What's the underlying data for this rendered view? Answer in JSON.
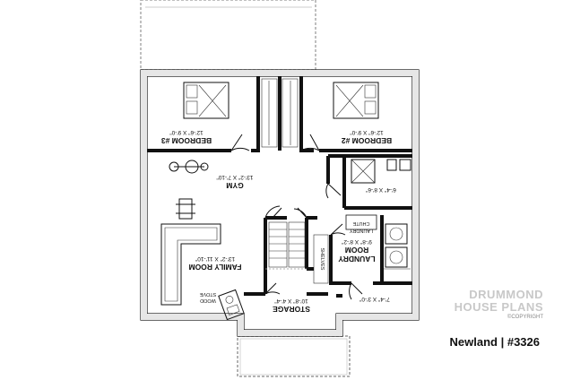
{
  "rooms": {
    "bedroom3": {
      "name": "BEDROOM #3",
      "dims": "12'-6\" X 9'-0\""
    },
    "bedroom2": {
      "name": "BEDROOM #2",
      "dims": "12'-6\" X 9'-0\""
    },
    "gym": {
      "name": "GYM",
      "dims": "13'-2\" X 7'-10\""
    },
    "bath": {
      "dims": "6'-4\" X 8'-6\""
    },
    "family": {
      "name": "FAMILY ROOM",
      "dims": "13'-2\" X 11'-10\""
    },
    "storage": {
      "name": "STORAGE",
      "dims": "10'-8\" X 4'-4\""
    },
    "laundry": {
      "name_line1": "LAUNDRY",
      "name_line2": "ROOM",
      "dims": "9'-8\" X 8'-2\""
    },
    "closet": {
      "dims": "7'-4\" X 3'-0\""
    }
  },
  "labels": {
    "laundry_chute_1": "LAUNDRY",
    "laundry_chute_2": "CHUTE",
    "wood_stove_1": "WOOD",
    "wood_stove_2": "STOVE",
    "shelves": "SHELVES"
  },
  "branding": {
    "line1": "DRUMMOND",
    "line2": "HOUSE PLANS",
    "copyright": "©COPYRIGHT"
  },
  "caption": "Newland | #3326"
}
